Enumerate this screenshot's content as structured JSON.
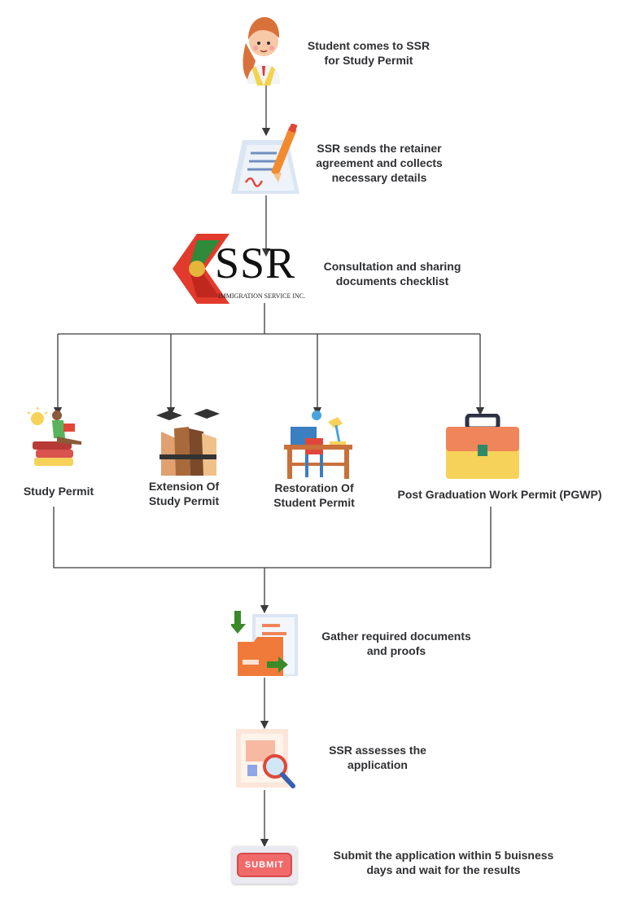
{
  "steps": [
    {
      "line1": "Student comes to SSR",
      "line2": "for Study Permit"
    },
    {
      "line1": "SSR sends the retainer",
      "line2": "agreement and collects",
      "line3": "necessary details"
    },
    {
      "line1": "Consultation and sharing",
      "line2": "documents checklist"
    },
    {
      "line1": "Gather required documents",
      "line2": "and proofs"
    },
    {
      "line1": "SSR assesses the",
      "line2": "application"
    },
    {
      "line1": "Submit the application within 5 buisness",
      "line2": "days and wait for the results"
    }
  ],
  "branches": [
    {
      "line1": "Study Permit",
      "line2": ""
    },
    {
      "line1": "Extension Of",
      "line2": "Study Permit"
    },
    {
      "line1": "Restoration Of",
      "line2": "Student Permit"
    },
    {
      "line1": "Post Graduation Work Permit (PGWP)",
      "line2": ""
    }
  ],
  "logo": {
    "name": "SSR",
    "tagline": "IMMIGRATION SERVICE INC."
  },
  "submit_label": "SUBMIT",
  "colors": {
    "line": "#3a3a3a",
    "brand_red": "#e23a2c",
    "brand_green": "#2f8a3a",
    "orange": "#f07a3a",
    "yellow": "#f6d25a"
  }
}
